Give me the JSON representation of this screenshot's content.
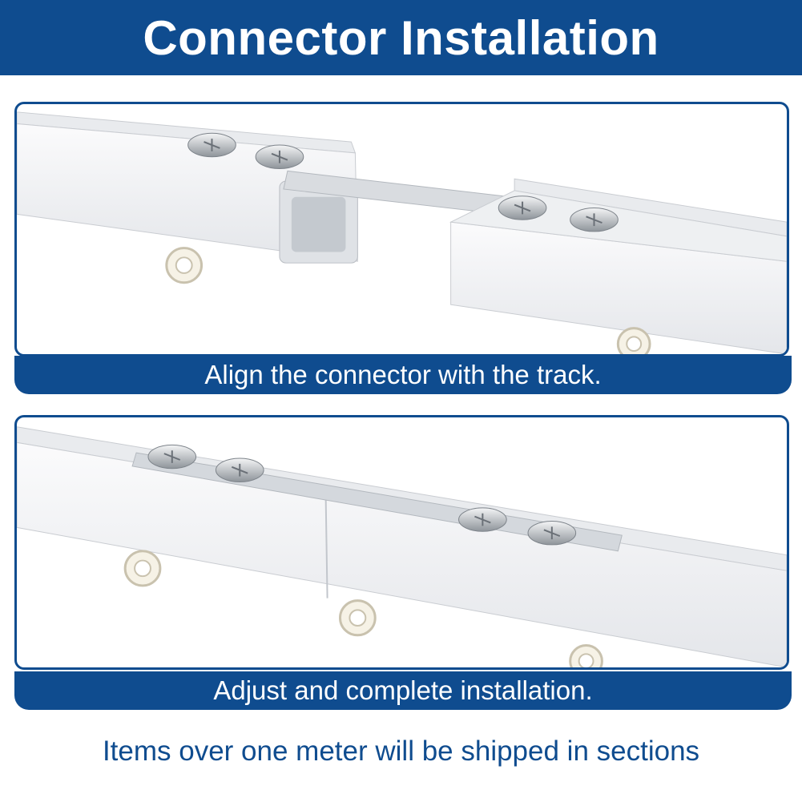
{
  "header": {
    "title": "Connector Installation"
  },
  "steps": [
    {
      "caption": "Align the connector with the track."
    },
    {
      "caption": "Adjust and complete installation."
    }
  ],
  "footer": {
    "note": "Items over one meter will be shipped in sections"
  },
  "colors": {
    "brand_blue": "#0f4c8f",
    "track_white": "#f2f3f5",
    "screw_silver": "#9aa0a6"
  },
  "icons": [
    "screw-icon",
    "glider-hook-icon"
  ]
}
